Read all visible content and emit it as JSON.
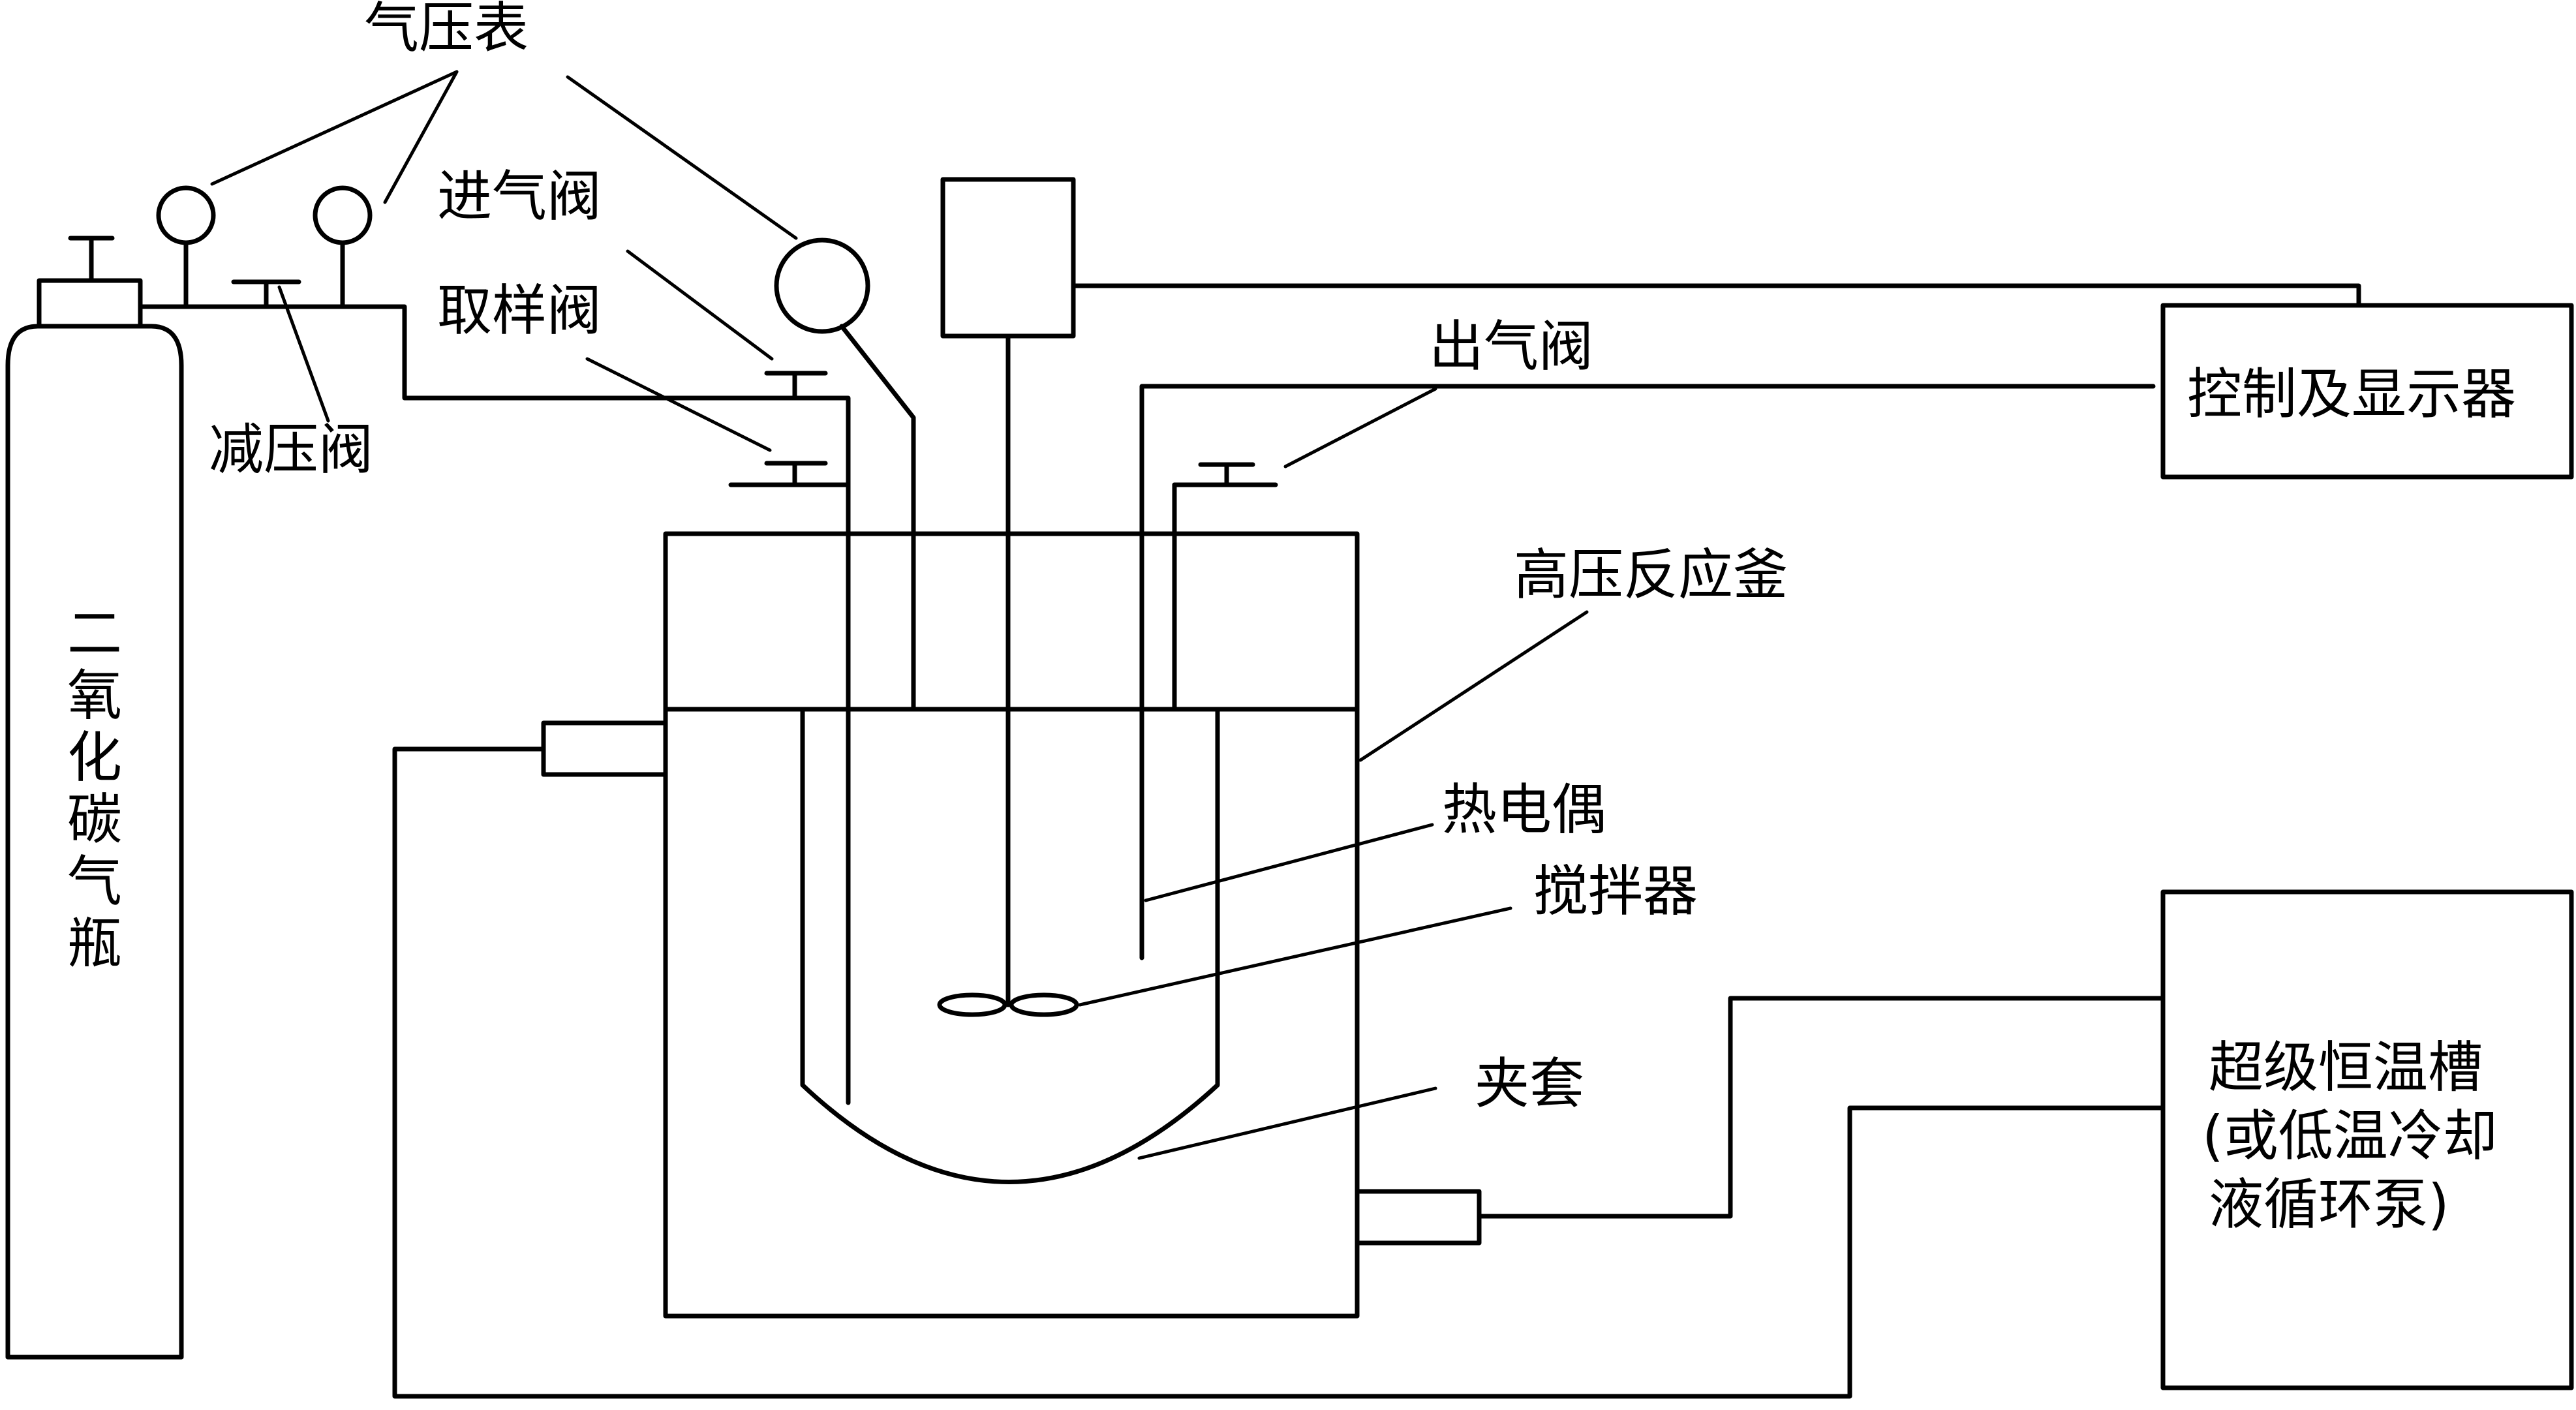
{
  "labels": {
    "gauge": "气压表",
    "inlet_valve": "进气阀",
    "sampling_valve": "取样阀",
    "pressure_reducing_valve": "减压阀",
    "outlet_valve": "出气阀",
    "controller": "控制及显示器",
    "reactor": "高压反应釜",
    "thermocouple": "热电偶",
    "stirrer": "搅拌器",
    "jacket": "夹套",
    "bath_line1": "超级恒温槽",
    "bath_line2": "(或低温冷却",
    "bath_line3": "液循环泵)",
    "cylinder_chars": [
      "二",
      "氧",
      "化",
      "碳",
      "气",
      "瓶"
    ]
  }
}
